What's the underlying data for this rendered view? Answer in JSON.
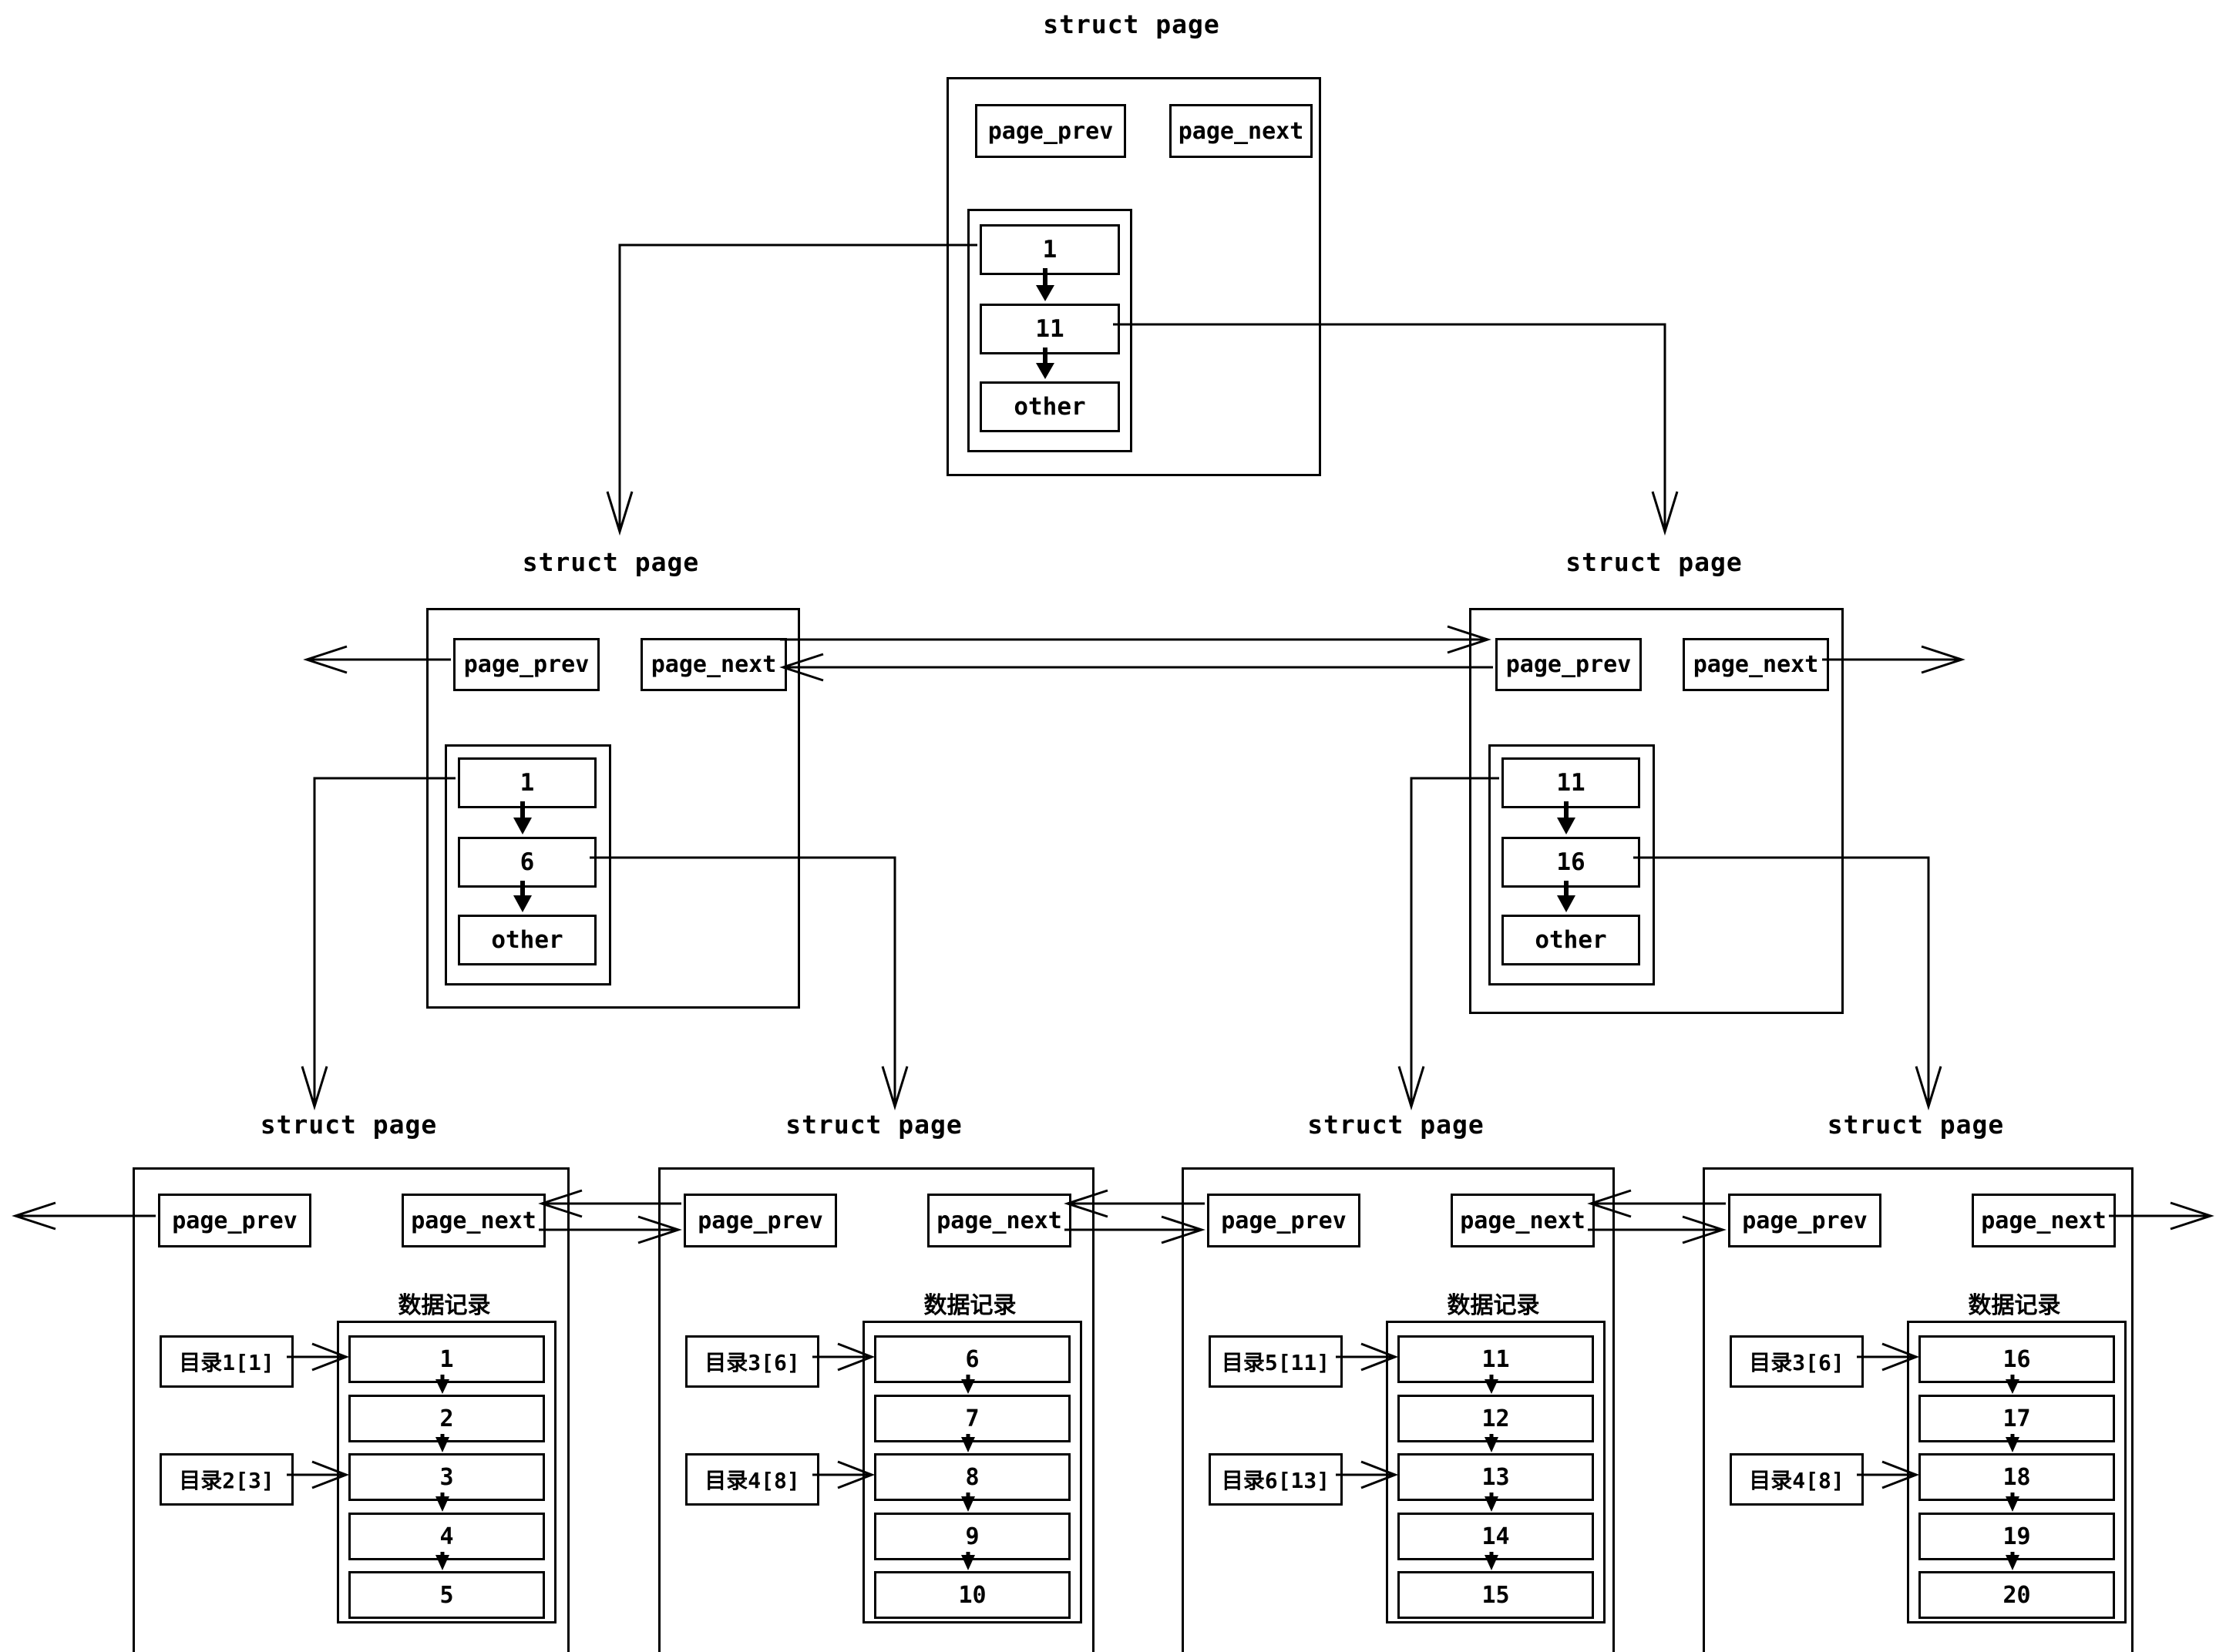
{
  "diagram_title": "struct page B+ tree pages diagram",
  "colors": {
    "line": "#000000",
    "background": "#ffffff"
  },
  "nodes": {
    "root": {
      "title": "struct page",
      "prev": "page_prev",
      "next": "page_next",
      "records": [
        "1",
        "11",
        "other"
      ]
    },
    "mid_left": {
      "title": "struct page",
      "prev": "page_prev",
      "next": "page_next",
      "records": [
        "1",
        "6",
        "other"
      ]
    },
    "mid_right": {
      "title": "struct page",
      "prev": "page_prev",
      "next": "page_next",
      "records": [
        "11",
        "16",
        "other"
      ]
    },
    "leaf1": {
      "title": "struct page",
      "prev": "page_prev",
      "next": "page_next",
      "data_label": "数据记录",
      "dirs": [
        "目录1[1]",
        "目录2[3]"
      ],
      "records": [
        "1",
        "2",
        "3",
        "4",
        "5"
      ]
    },
    "leaf2": {
      "title": "struct page",
      "prev": "page_prev",
      "next": "page_next",
      "data_label": "数据记录",
      "dirs": [
        "目录3[6]",
        "目录4[8]"
      ],
      "records": [
        "6",
        "7",
        "8",
        "9",
        "10"
      ]
    },
    "leaf3": {
      "title": "struct page",
      "prev": "page_prev",
      "next": "page_next",
      "data_label": "数据记录",
      "dirs": [
        "目录5[11]",
        "目录6[13]"
      ],
      "records": [
        "11",
        "12",
        "13",
        "14",
        "15"
      ]
    },
    "leaf4": {
      "title": "struct page",
      "prev": "page_prev",
      "next": "page_next",
      "data_label": "数据记录",
      "dirs": [
        "目录3[6]",
        "目录4[8]"
      ],
      "records": [
        "16",
        "17",
        "18",
        "19",
        "20"
      ]
    }
  }
}
